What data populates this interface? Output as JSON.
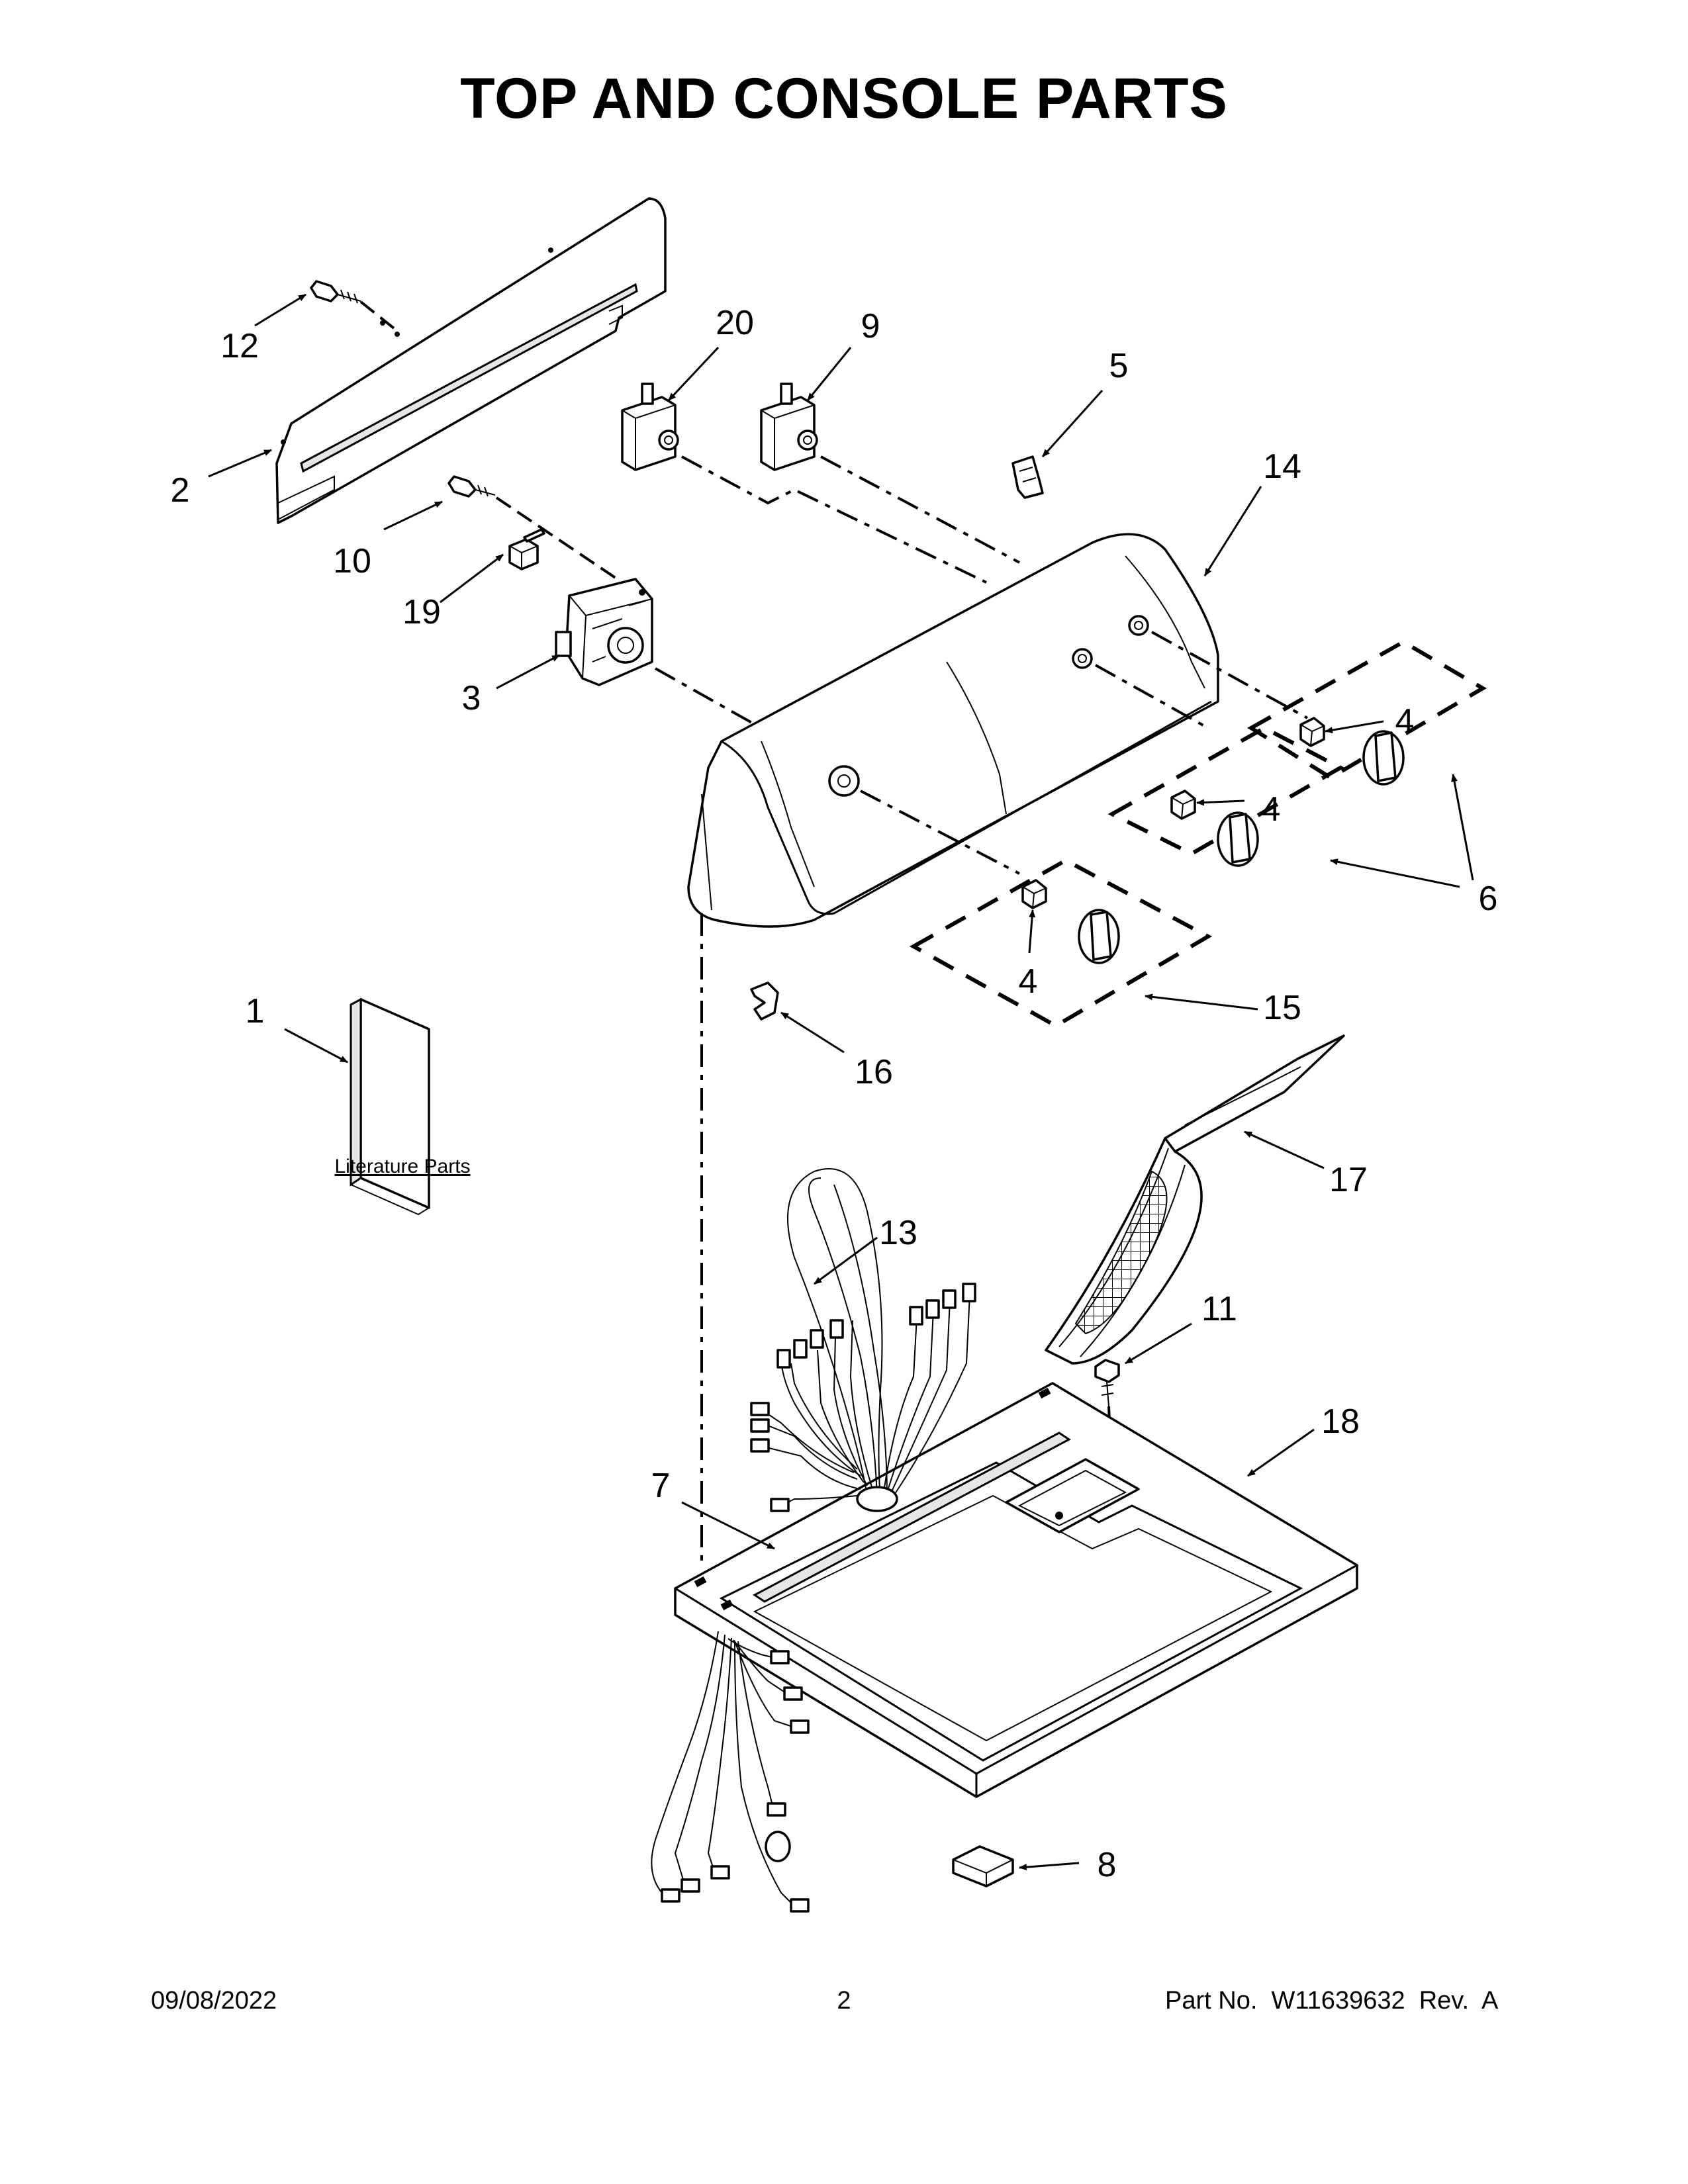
{
  "title": "TOP AND CONSOLE PARTS",
  "callouts": {
    "c1": "1",
    "c2": "2",
    "c3": "3",
    "c4a": "4",
    "c4b": "4",
    "c4c": "4",
    "c5": "5",
    "c6": "6",
    "c7": "7",
    "c8": "8",
    "c9": "9",
    "c10": "10",
    "c11": "11",
    "c12": "12",
    "c13": "13",
    "c14": "14",
    "c15": "15",
    "c16": "16",
    "c17": "17",
    "c18": "18",
    "c19": "19",
    "c20": "20"
  },
  "literature_label": "Literature Parts",
  "footer": {
    "date": "09/08/2022",
    "page": "2",
    "part": "Part No.  W11639632  Rev.  A"
  }
}
